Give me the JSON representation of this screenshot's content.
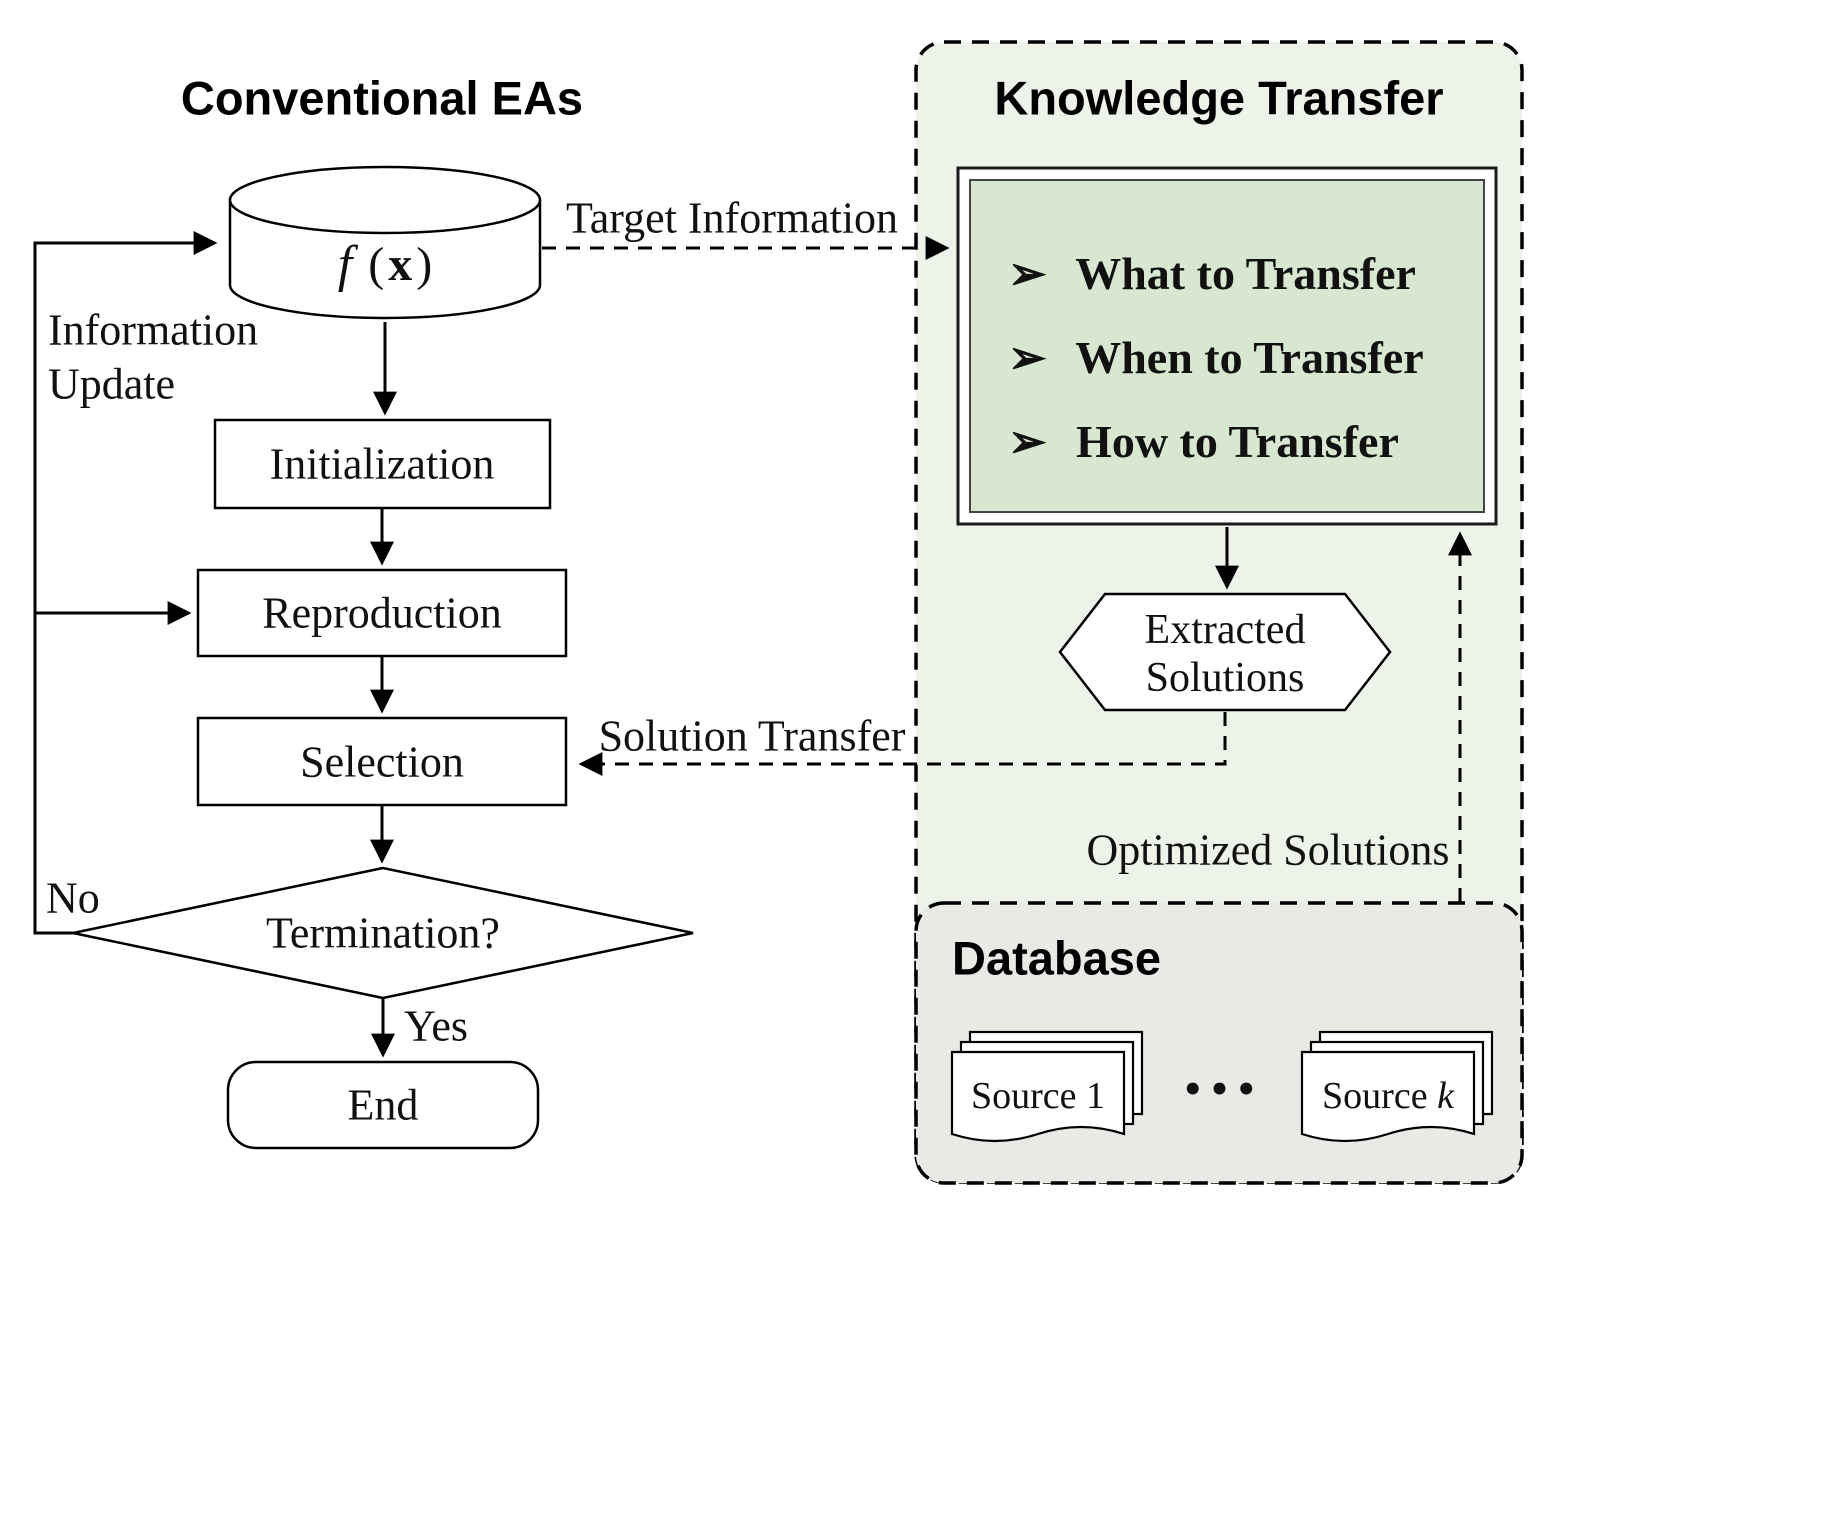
{
  "diagram": {
    "left": {
      "title": "Conventional EAs",
      "fx": {
        "f": "f",
        "open": "(",
        "x": "x",
        "close": ")"
      },
      "nodes": {
        "initialization": "Initialization",
        "reproduction": "Reproduction",
        "selection": "Selection",
        "termination": "Termination?",
        "end": "End"
      },
      "labels": {
        "no": "No",
        "yes": "Yes",
        "info_update_line1": "Information",
        "info_update_line2": "Update"
      }
    },
    "right": {
      "title": "Knowledge Transfer",
      "bullet": "➢",
      "items": [
        "What to Transfer",
        "When to Transfer",
        "How to Transfer"
      ],
      "hexagon": {
        "line1": "Extracted",
        "line2": "Solutions"
      },
      "labels": {
        "target_information": "Target Information",
        "solution_transfer": "Solution Transfer",
        "optimized_solutions": "Optimized Solutions"
      },
      "database": {
        "title": "Database",
        "source1": "Source 1",
        "sourcek_prefix": "Source ",
        "sourcek_var": "k",
        "dots": "•••"
      }
    },
    "colors": {
      "kt_panel_fill": "#eef3ea",
      "kt_box_fill": "#d8e8d0",
      "database_fill": "#e9e9e6"
    }
  }
}
